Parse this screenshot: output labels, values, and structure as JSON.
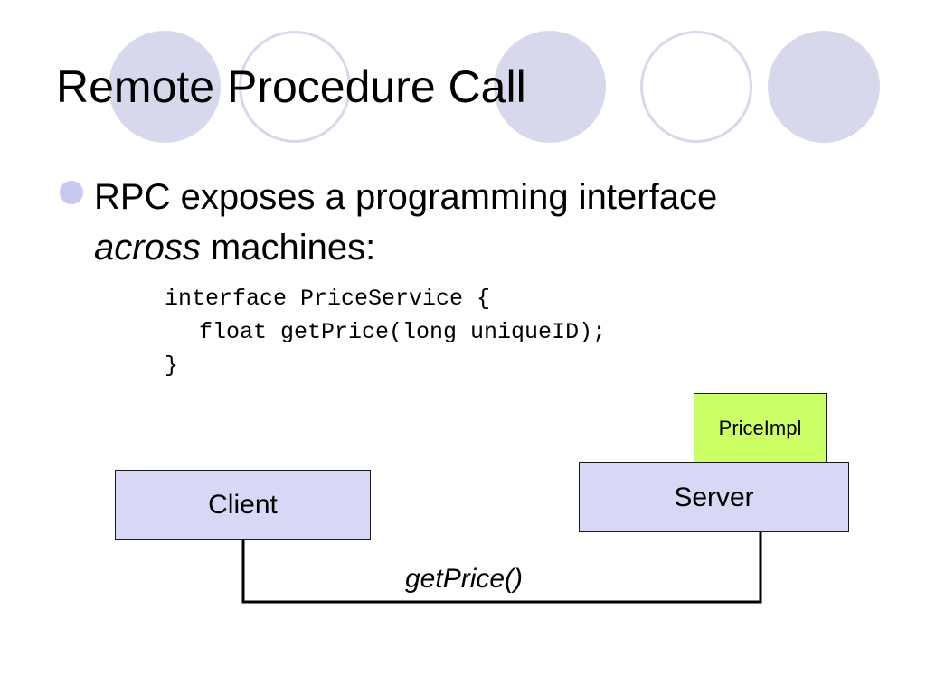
{
  "slide": {
    "title": "Remote Procedure Call",
    "bullet": {
      "line1": "RPC exposes a programming interface",
      "line2_emphasis": "across",
      "line2_rest": " machines:"
    },
    "code": {
      "line1": "interface PriceService {",
      "line2": "float getPrice(long uniqueID);",
      "line3": "}"
    },
    "diagram": {
      "client_label": "Client",
      "server_label": "Server",
      "impl_label": "PriceImpl",
      "call_label": "getPrice()"
    },
    "colors": {
      "deco_circle": "#d8d8ec",
      "box_fill": "#d8d8f6",
      "impl_fill": "#ccff66",
      "bullet_dot": "#c8c8f0"
    }
  }
}
